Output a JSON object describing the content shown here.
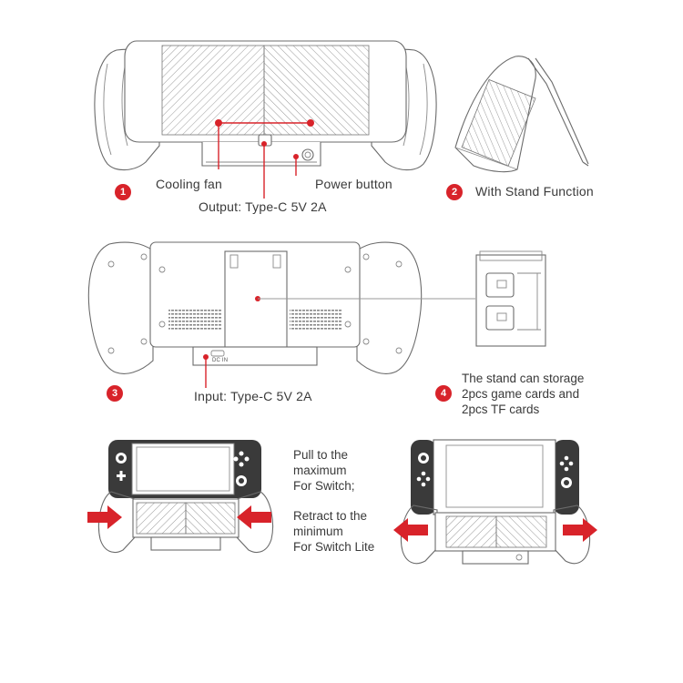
{
  "labels": {
    "cooling_fan": "Cooling fan",
    "power_button": "Power button",
    "output": "Output: Type-C 5V 2A",
    "stand_function": "With Stand Function",
    "input": "Input: Type-C 5V 2A",
    "storage_line1": "The stand can storage",
    "storage_line2": "2pcs game cards and",
    "storage_line3": "2pcs TF cards",
    "pull_line1": "Pull to the",
    "pull_line2": "maximum",
    "pull_line3": "For Switch;",
    "retract_line1": "Retract to the",
    "retract_line2": "minimum",
    "retract_line3": "For Switch Lite",
    "dc_in": "DC IN"
  },
  "badges": {
    "b1": "1",
    "b2": "2",
    "b3": "3",
    "b4": "4"
  },
  "colors": {
    "accent": "#d8232a",
    "line": "#6b6b6b",
    "text": "#3a3a3a",
    "console_dark": "#333333",
    "switch_blue": "#ffffff"
  }
}
